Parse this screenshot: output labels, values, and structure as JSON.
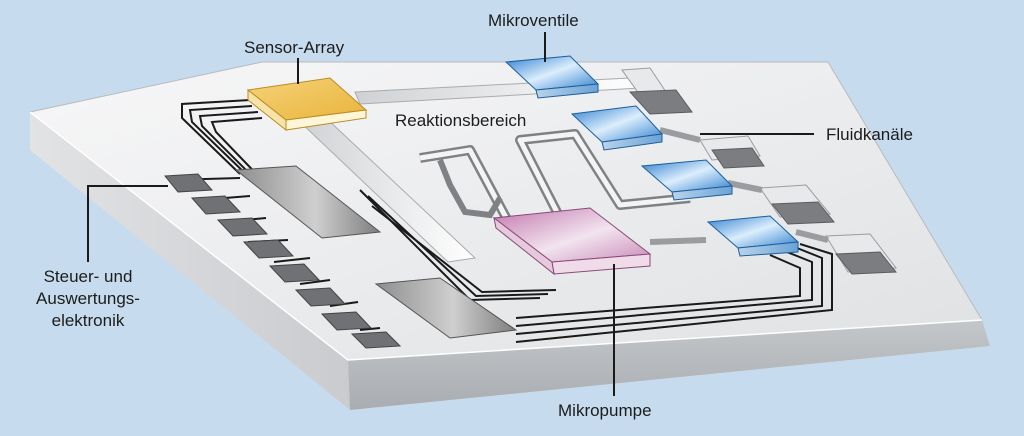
{
  "title": "Lab-on-a-Chip Schema",
  "labels": {
    "sensor_array": "Sensor-Array",
    "mikroventile": "Mikroventile",
    "reaktionsbereich": "Reaktionsbereich",
    "fluidkanaele": "Fluidkanäle",
    "steuer_line1": "Steuer- und",
    "steuer_line2": "Auswertungs-",
    "steuer_line3": "elektronik",
    "mikropumpe": "Mikropumpe"
  },
  "colors": {
    "background": "#c6dcee",
    "chip_top": "#ecedee",
    "chip_side_front": "#d4d6d8",
    "chip_side_right": "#b9bcc0",
    "sensor": "#f2c048",
    "valve": "#3f8fd6",
    "pump": "#c983b6",
    "chip_electronics": "#9a9a9a",
    "traces": "#1a1a1a"
  }
}
